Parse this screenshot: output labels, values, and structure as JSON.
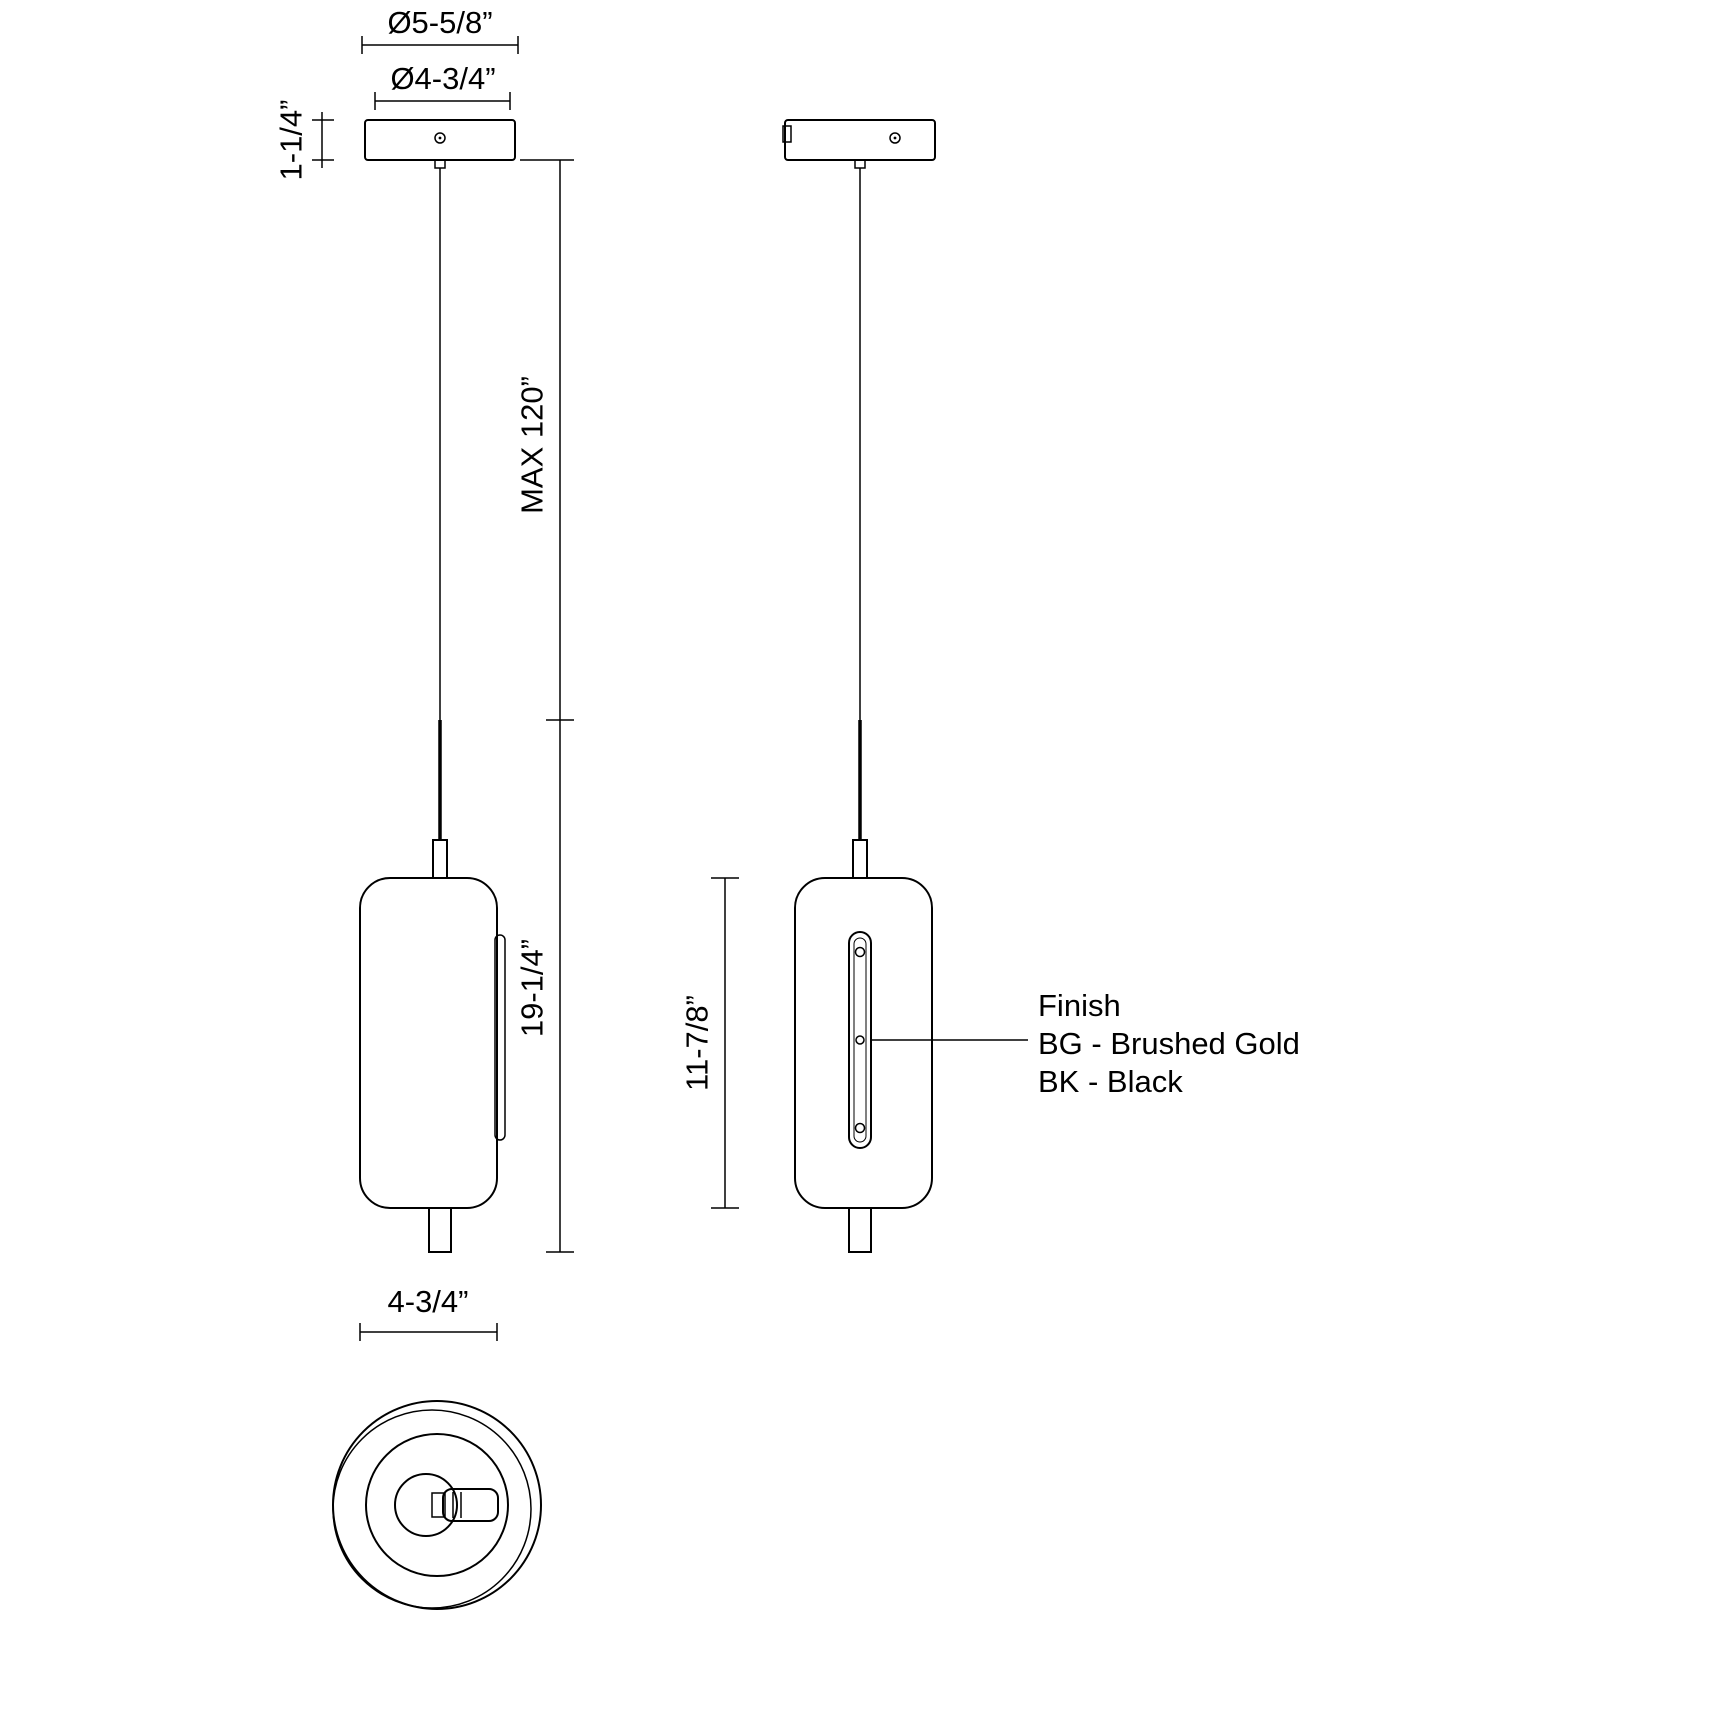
{
  "drawing": {
    "colors": {
      "line": "#000000",
      "background": "#ffffff"
    },
    "dimensions": {
      "canopy_outer_diameter": "Ø5-5/8”",
      "canopy_inner_diameter": "Ø4-3/4”",
      "canopy_height": "1-1/4”",
      "max_suspension": "MAX 120”",
      "overall_drop": "19-1/4”",
      "body_height": "11-7/8”",
      "body_width": "4-3/4”"
    },
    "finish_callout": {
      "title": "Finish",
      "options": [
        "BG - Brushed Gold",
        "BK - Black"
      ]
    }
  }
}
